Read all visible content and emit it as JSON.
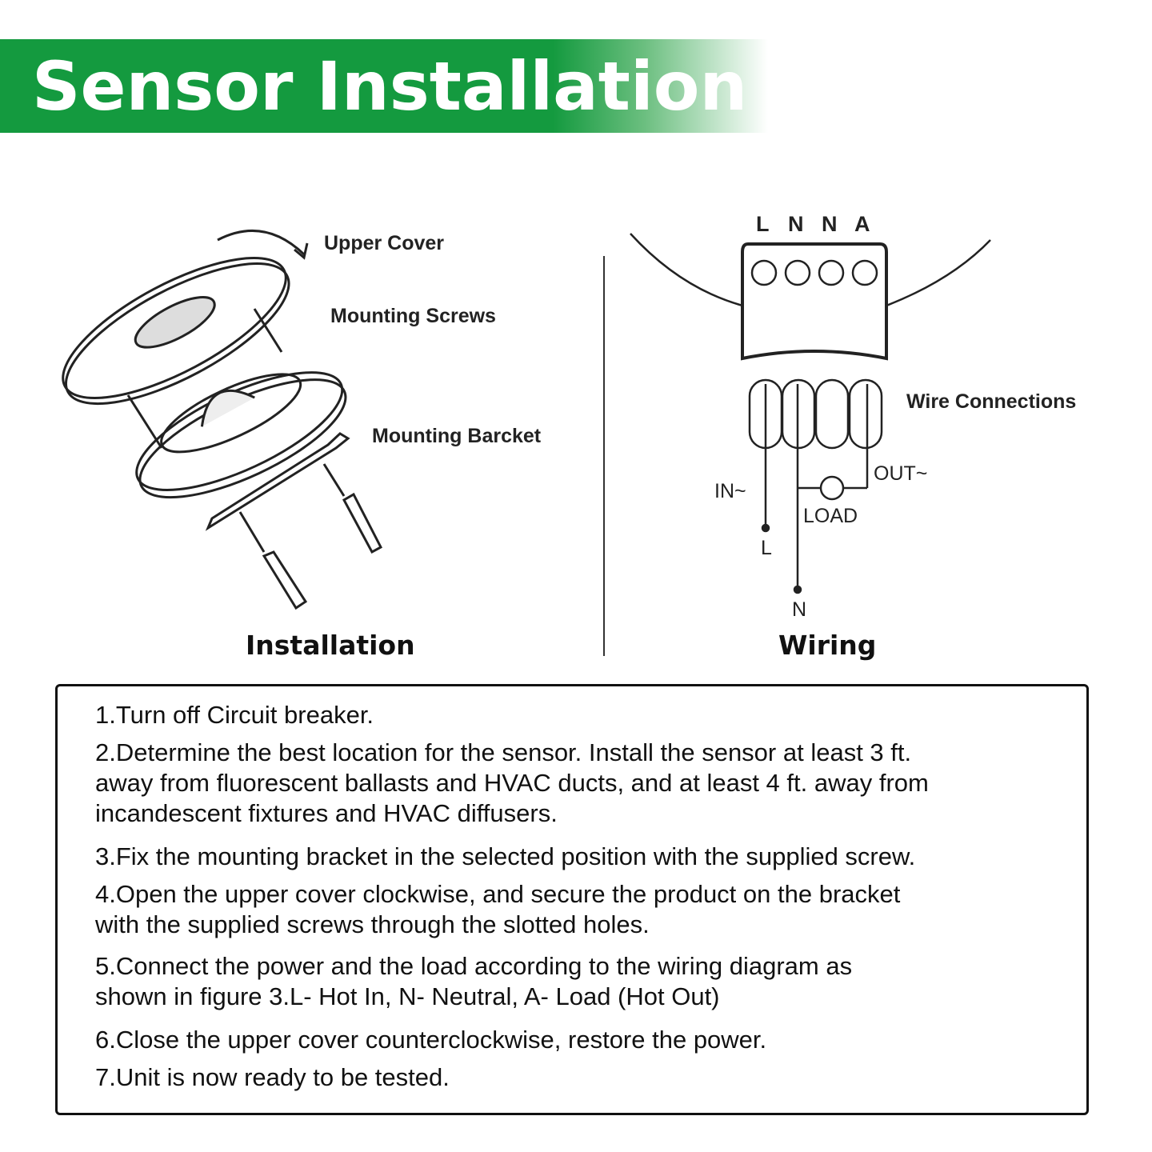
{
  "header": {
    "title": "Sensor Installation",
    "color": "#149a3f"
  },
  "installation": {
    "labels": {
      "upper_cover": "Upper Cover",
      "mounting_screws": "Mounting Screws",
      "mounting_bracket": "Mounting Barcket"
    },
    "caption": "Installation"
  },
  "wiring": {
    "terminals": [
      "L",
      "N",
      "N",
      "A"
    ],
    "wire_connections": "Wire Connections",
    "in": "IN~",
    "out": "OUT~",
    "load": "LOAD",
    "l": "L",
    "n": "N",
    "caption": "Wiring"
  },
  "steps": [
    {
      "lines": [
        "1.Turn off Circuit breaker."
      ]
    },
    {
      "lines": [
        "2.Determine the best location for the sensor.  Install the sensor at least 3 ft.",
        "away from fluorescent ballasts and HVAC ducts, and at least 4 ft. away from",
        "incandescent fixtures and HVAC diffusers."
      ]
    },
    {
      "lines": [
        "3.Fix the mounting bracket in the selected position with the supplied screw."
      ]
    },
    {
      "lines": [
        "4.Open the upper cover clockwise, and secure the product on the bracket",
        "with the supplied screws through the slotted holes."
      ]
    },
    {
      "lines": [
        "5.Connect the power and the load according to the wiring diagram as",
        "shown in figure 3.L- Hot In, N- Neutral, A- Load (Hot Out)"
      ]
    },
    {
      "lines": [
        "6.Close the upper cover counterclockwise, restore the power."
      ]
    },
    {
      "lines": [
        "7.Unit is now ready to be tested."
      ]
    }
  ]
}
